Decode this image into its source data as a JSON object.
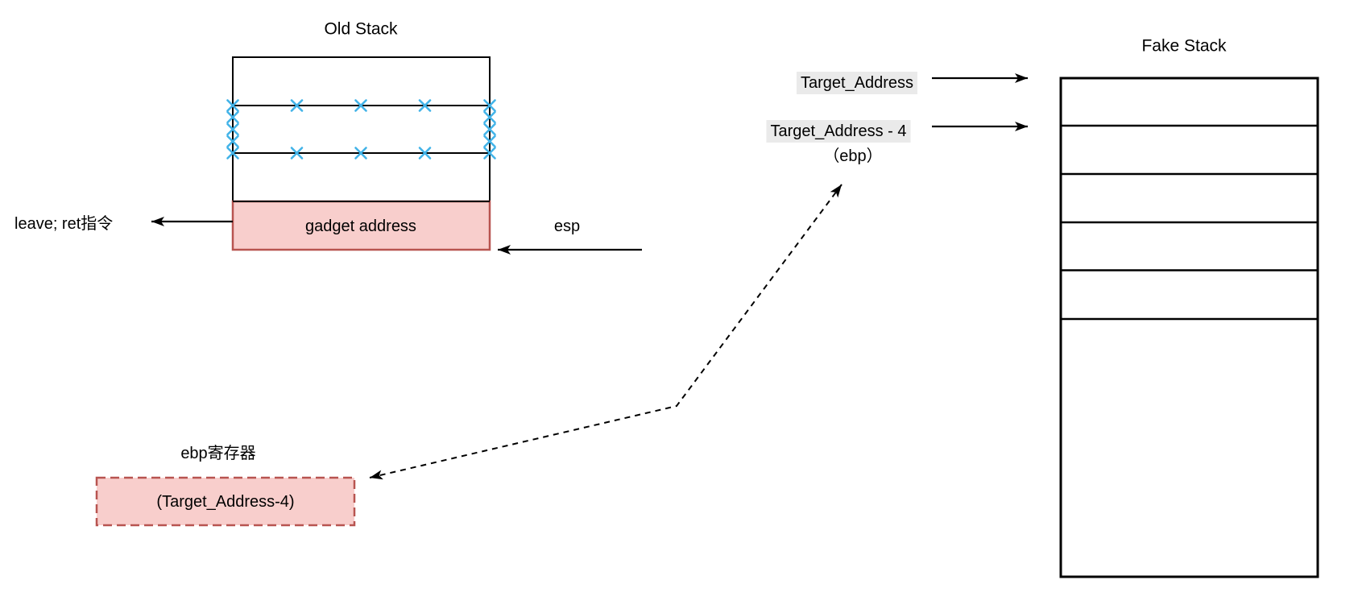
{
  "diagram": {
    "old_stack": {
      "title": "Old Stack",
      "crossed_out_rows": 2,
      "gadget_cell_label": "gadget address"
    },
    "fake_stack": {
      "title": "Fake Stack",
      "row_count": 6,
      "cells": [
        "",
        "",
        "",
        "",
        "",
        ""
      ]
    },
    "labels": {
      "leave_ret": "leave; ret指令",
      "esp": "esp",
      "target_address": "Target_Address",
      "target_address_minus_4": "Target_Address - 4",
      "ebp_hint": "（ebp）",
      "ebp_register_title": "ebp寄存器",
      "ebp_register_value": "(Target_Address-4)"
    },
    "colors": {
      "pink_fill": "#F8CECC",
      "pink_border": "#B85450",
      "cross_mark": "#42B3E8",
      "highlight_bg": "#EAEAEA",
      "line": "#000000"
    }
  }
}
